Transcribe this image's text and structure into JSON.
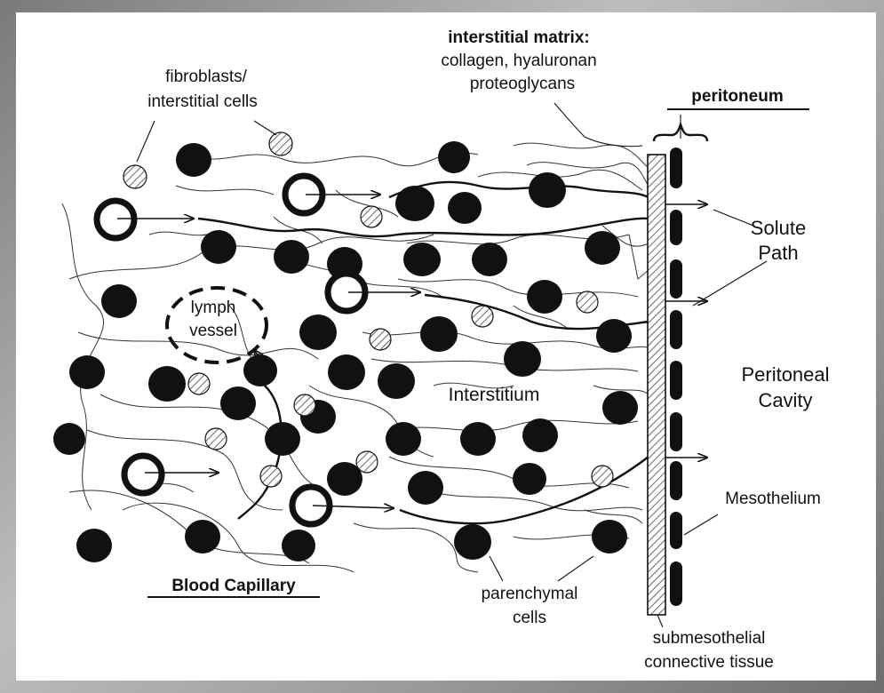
{
  "labels": {
    "interstitial_matrix_title": "interstitial matrix:",
    "interstitial_matrix_line1": "collagen, hyaluronan",
    "interstitial_matrix_line2": "proteoglycans",
    "fibroblasts_line1": "fibroblasts/",
    "fibroblasts_line2": "interstitial cells",
    "peritoneum": "peritoneum",
    "solute_path_line1": "Solute",
    "solute_path_line2": "Path",
    "lymph_line1": "lymph",
    "lymph_line2": "vessel",
    "peritoneal_cavity_line1": "Peritoneal",
    "peritoneal_cavity_line2": "Cavity",
    "interstitium": "Interstitium",
    "mesothelium": "Mesothelium",
    "blood_capillary": "Blood Capillary",
    "parenchymal_line1": "parenchymal",
    "parenchymal_line2": "cells",
    "submesothelial_line1": "submesothelial",
    "submesothelial_line2": "connective tissue"
  },
  "colors": {
    "ink": "#111111",
    "background": "#ffffff"
  }
}
